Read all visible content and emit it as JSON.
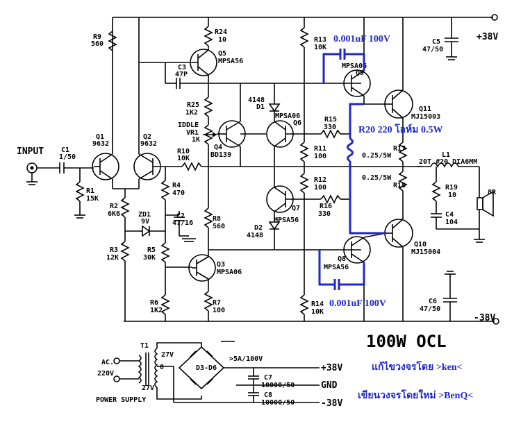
{
  "title": "100W OCL",
  "rails": {
    "pos": "+38V",
    "neg": "-38V",
    "out_pos": "+38V",
    "gnd": "GND",
    "out_neg": "-38V"
  },
  "input_label": "INPUT",
  "power_supply": {
    "label": "POWER SUPPLY",
    "ac": "AC.",
    "ac_v": "220V",
    "t1": "T1",
    "tap1": "27V",
    "tap0": "0",
    "tap2": "27V",
    "bridge": "D3-D6",
    "bridge_rating": ">5A/100V",
    "c7": "C7",
    "c7v": "10000/50",
    "c8": "C8",
    "c8v": "10000/50"
  },
  "annotations": {
    "cap_top": "0.001uF 100V",
    "cap_bottom": "0.001uF 100V",
    "r20": "R20  220 โอห์ม 0.5W",
    "credit1": "แก้ไขวงจรโดย   >ken<",
    "credit2": "เขียนวงจรโดยใหม่ >BenQ<"
  },
  "parts": {
    "c1": "C1",
    "c1v": "1/50",
    "r1": "R1",
    "r1v": "15K",
    "q1": "Q1",
    "q1v": "9632",
    "q2": "Q2",
    "q2v": "9632",
    "r9": "R9",
    "r9v": "560",
    "r2": "R2",
    "r2v": "6K6",
    "r3": "R3",
    "r3v": "12K",
    "zd1": "ZD1",
    "zd1v": "9V",
    "r4": "R4",
    "r4v": "470",
    "c2": "C2",
    "c2v": "47/16",
    "r5": "R5",
    "r5v": "30K",
    "r6": "R6",
    "r6v": "1K2",
    "r24": "R24",
    "r24v": "10",
    "q5": "Q5",
    "q5v": "MPSA56",
    "c3": "C3",
    "c3v": "47P",
    "r25": "R25",
    "r25v": "1K2",
    "idle": "IDDLE",
    "vr1": "VR1",
    "vr1v": "1K",
    "q4": "Q4",
    "q4v": "BD139",
    "r10": "R10",
    "r10v": "10K",
    "r8": "R8",
    "r8v": "560",
    "q3": "Q3",
    "q3v": "MPSA06",
    "r7": "R7",
    "r7v": "100",
    "d1": "D1",
    "d1v": "4148",
    "q6": "Q6",
    "q6v": "MPSA06",
    "q7": "Q7",
    "q7v": "MPSA56",
    "d2": "D2",
    "d2v": "4148",
    "r13": "R13",
    "r13v": "10K",
    "r11": "R11",
    "r11v": "100",
    "r12": "R12",
    "r12v": "100",
    "r14": "R14",
    "r14v": "10K",
    "r15": "R15",
    "r15v": "330",
    "r16": "R16",
    "r16v": "330",
    "q9": "Q9",
    "q9v": "MPSA06",
    "q8": "Q8",
    "q8v": "MPSA56",
    "q11": "Q11",
    "q11v": "MJ15003",
    "q10": "Q10",
    "q10v": "MJ15004",
    "r17": "R17",
    "r17v": "0.25/5W",
    "r18": "R18",
    "r18v": "0.25/5W",
    "l1": "L1",
    "l1v": "20T #20 DIA6MM",
    "r19": "R19",
    "r19v": "10",
    "c4": "C4",
    "c4v": "104",
    "spk": "8R",
    "c5": "C5",
    "c5v": "47/50",
    "c6": "C6",
    "c6v": "47/50"
  }
}
